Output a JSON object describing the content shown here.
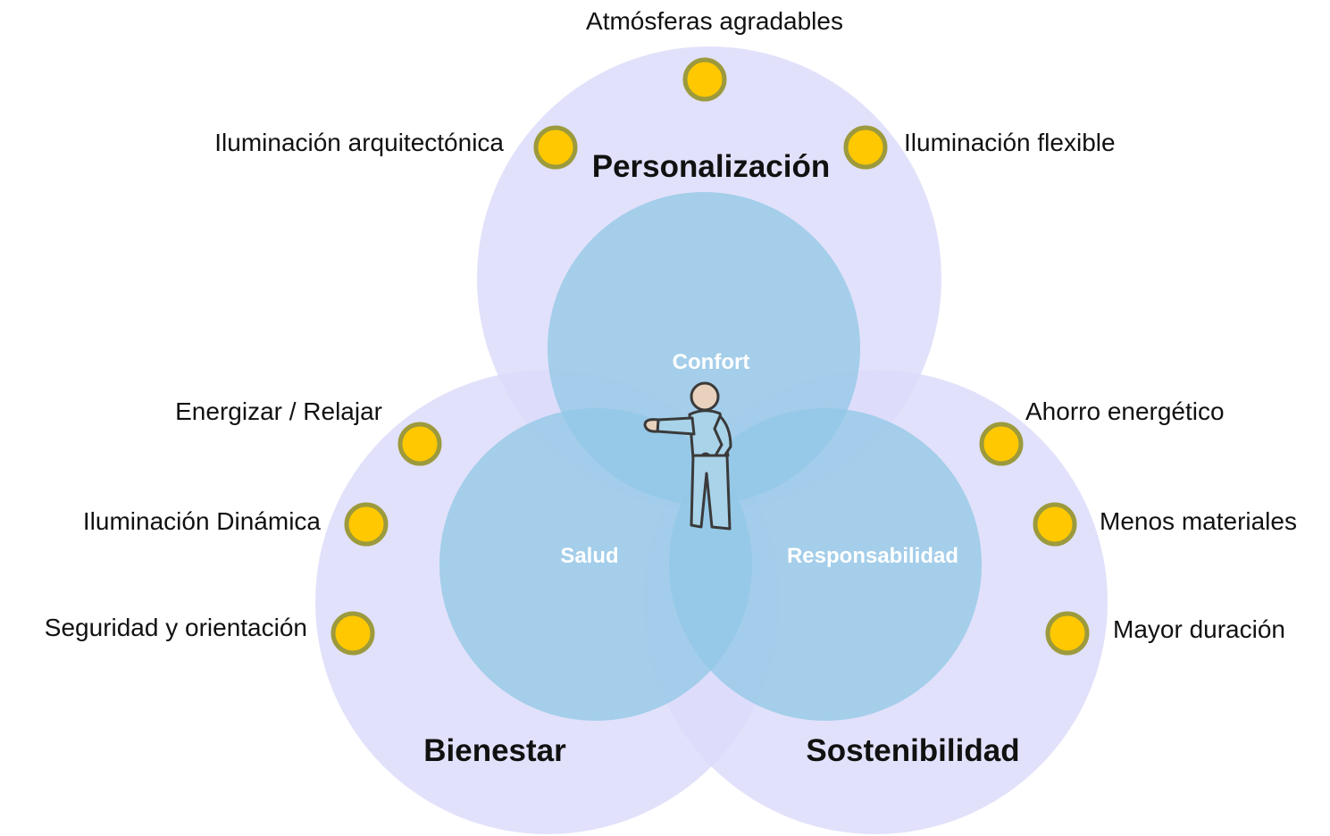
{
  "colors": {
    "outer_circle": "#dcdcfa",
    "inner_circle": "#9bcde8",
    "bullet_fill": "#ffc800",
    "bullet_ring": "#9c9a3c",
    "figure_body": "#a9d3e9"
  },
  "outer_circles": {
    "top": "Personalización",
    "left": "Bienestar",
    "right": "Sostenibilidad"
  },
  "inner_circles": {
    "top": "Confort",
    "left": "Salud",
    "right": "Responsabilidad"
  },
  "personalizacion_items": [
    "Atmósferas agradables",
    "Iluminación arquitectónica",
    "Iluminación flexible"
  ],
  "bienestar_items": [
    "Energizar / Relajar",
    "Iluminación Dinámica",
    "Seguridad y orientación"
  ],
  "sostenibilidad_items": [
    "Ahorro energético",
    "Menos materiales",
    "Mayor duración"
  ],
  "center_icon": "person-pointing-icon"
}
